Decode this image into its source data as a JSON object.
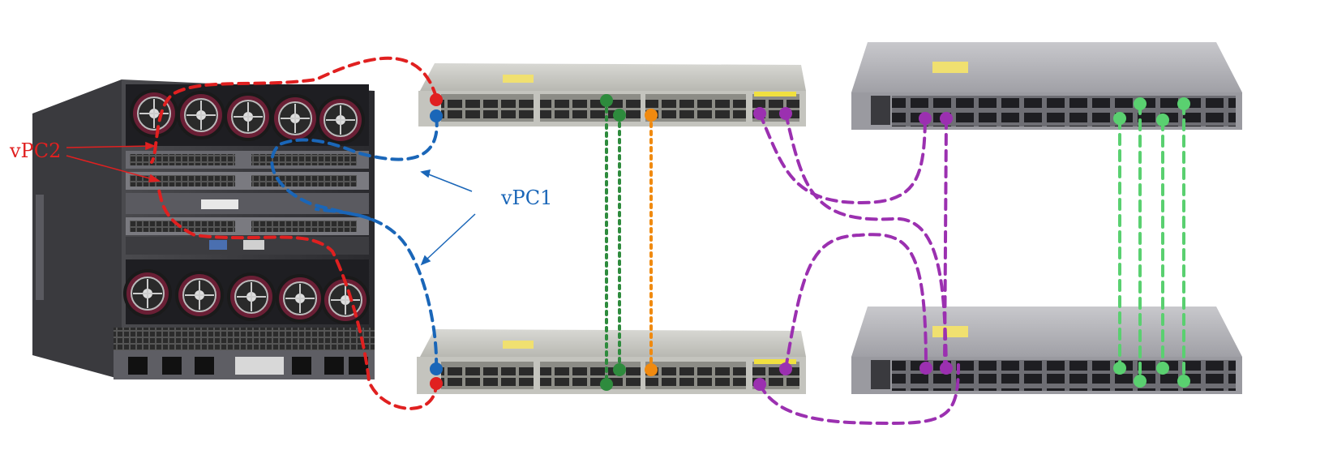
{
  "labels": {
    "vpc1": "vPC1",
    "vpc2": "vPC2"
  },
  "devices": [
    {
      "kind": "blade-chassis",
      "icon": "blade-chassis-icon"
    },
    {
      "kind": "switch-top-left",
      "icon": "switch-icon"
    },
    {
      "kind": "switch-bottom-left",
      "icon": "switch-icon"
    },
    {
      "kind": "switch-top-right",
      "icon": "switch-icon"
    },
    {
      "kind": "switch-bottom-right",
      "icon": "switch-icon"
    }
  ],
  "colors": {
    "vpc1": "#1a66b8",
    "vpc2": "#e02020",
    "peer_link": "#2e8b3d",
    "peer_keepalive": "#f08a10",
    "uplink": "#9b30b0",
    "fabric_link": "#5ad070"
  }
}
